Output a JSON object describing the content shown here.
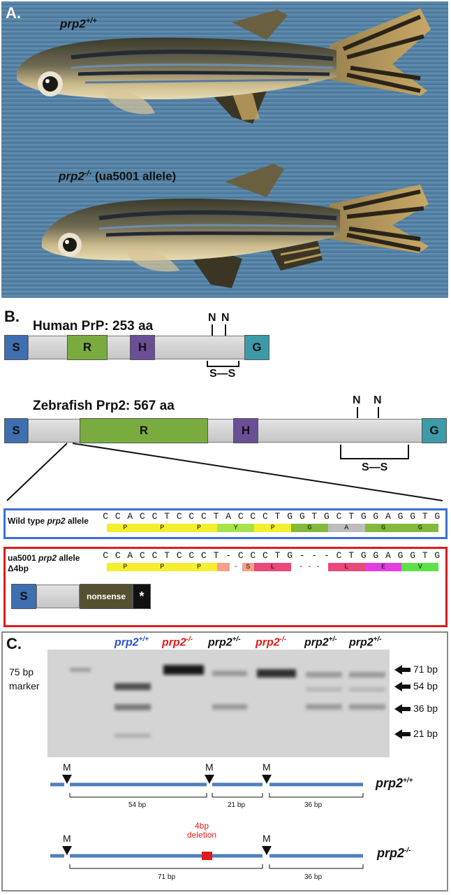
{
  "panelA": {
    "label": "A.",
    "wildtype_label": "prp2",
    "wildtype_sup": "+/+",
    "mutant_label": "prp2",
    "mutant_sup": "-/-",
    "mutant_suffix": "(ua5001 allele)"
  },
  "panelB": {
    "label": "B.",
    "human": {
      "title": "Human PrP: 253 aa",
      "domains": [
        "S",
        "R",
        "H",
        "G"
      ],
      "glyco": [
        "N",
        "N"
      ],
      "disulfide": "S—S"
    },
    "zebrafish": {
      "title": "Zebrafish Prp2: 567 aa",
      "domains": [
        "S",
        "R",
        "H",
        "G"
      ],
      "glyco": [
        "N",
        "N"
      ],
      "disulfide": "S—S"
    },
    "wildtype_seq": {
      "label_pre": "Wild type ",
      "label_gene": "prp2",
      "label_post": " allele",
      "nt": [
        "C",
        "C",
        "A",
        "C",
        "C",
        "T",
        "C",
        "C",
        "C",
        "T",
        "A",
        "C",
        "C",
        "C",
        "T",
        "G",
        "G",
        "T",
        "G",
        "C",
        "T",
        "G",
        "G",
        "A",
        "G",
        "G",
        "T",
        "G"
      ],
      "aa": [
        {
          "aa": "P",
          "color": "#f5ee2e"
        },
        {
          "aa": "P",
          "color": "#f5ee2e"
        },
        {
          "aa": "P",
          "color": "#f5ee2e"
        },
        {
          "aa": "Y",
          "color": "#a6e34a"
        },
        {
          "aa": "P",
          "color": "#f5ee2e"
        },
        {
          "aa": "G",
          "color": "#82b83c"
        },
        {
          "aa": "A",
          "color": "#bdbdbd"
        },
        {
          "aa": "G",
          "color": "#82b83c"
        },
        {
          "aa": "G",
          "color": "#82b83c"
        }
      ]
    },
    "mutant_seq": {
      "label_pre": "ua5001 ",
      "label_gene": "prp2",
      "label_post": " allele",
      "label_line2": "Δ4bp",
      "nt": [
        "C",
        "C",
        "A",
        "C",
        "C",
        "T",
        "C",
        "C",
        "C",
        "T",
        "-",
        "C",
        "C",
        "C",
        "T",
        "G",
        "-",
        "-",
        "-",
        "C",
        "T",
        "G",
        "G",
        "A",
        "G",
        "G",
        "T",
        "G"
      ],
      "aa": [
        {
          "aa": "P",
          "color": "#f5ee2e"
        },
        {
          "aa": "P",
          "color": "#f5ee2e"
        },
        {
          "aa": "P",
          "color": "#f5ee2e"
        },
        {
          "aa": "",
          "color": "#f4a08a"
        },
        {
          "aa": "-",
          "color": "#ffffff"
        },
        {
          "aa": "S",
          "color": "#f4a08a"
        },
        {
          "aa": "L",
          "color": "#e8487a"
        },
        {
          "aa": "- - -",
          "color": "#ffffff"
        },
        {
          "aa": "L",
          "color": "#e8487a"
        },
        {
          "aa": "E",
          "color": "#e43ee0"
        },
        {
          "aa": "V",
          "color": "#5ee04a"
        }
      ],
      "truncated": {
        "signal": "S",
        "nonsense": "nonsense",
        "stop": "*"
      }
    }
  },
  "panelC": {
    "label": "C.",
    "marker_label_1": "75 bp",
    "marker_label_2": "marker",
    "lanes": [
      {
        "gene": "prp2",
        "sup": "+/+",
        "color": "#2b4fd8"
      },
      {
        "gene": "prp2",
        "sup": "-/-",
        "color": "#e01b1b"
      },
      {
        "gene": "prp2",
        "sup": "+/-",
        "color": "#111111"
      },
      {
        "gene": "prp2",
        "sup": "-/-",
        "color": "#e01b1b"
      },
      {
        "gene": "prp2",
        "sup": "+/-",
        "color": "#111111"
      },
      {
        "gene": "prp2",
        "sup": "+/-",
        "color": "#111111"
      }
    ],
    "band_sizes": [
      "71 bp",
      "54 bp",
      "36 bp",
      "21 bp"
    ],
    "wt_map": {
      "site": "M",
      "fragments": [
        "54 bp",
        "21 bp",
        "36 bp"
      ],
      "gene": "prp2",
      "sup": "+/+"
    },
    "mut_map": {
      "site": "M",
      "deletion_line1": "4bp",
      "deletion_line2": "deletion",
      "fragments": [
        "71 bp",
        "36 bp"
      ],
      "gene": "prp2",
      "sup": "-/-"
    }
  }
}
